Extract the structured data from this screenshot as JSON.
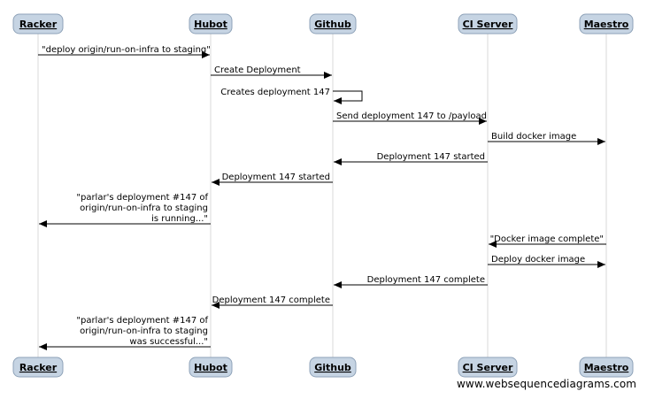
{
  "participants": [
    {
      "id": "racker",
      "label": "Racker"
    },
    {
      "id": "hubot",
      "label": "Hubot"
    },
    {
      "id": "github",
      "label": "Github"
    },
    {
      "id": "ci",
      "label": "CI Server"
    },
    {
      "id": "maestro",
      "label": "Maestro"
    }
  ],
  "messages": [
    {
      "from": "racker",
      "to": "hubot",
      "lines": [
        "\"deploy origin/run-on-infra to staging\""
      ]
    },
    {
      "from": "hubot",
      "to": "github",
      "lines": [
        "Create Deployment"
      ]
    },
    {
      "from": "github",
      "to": "github",
      "lines": [
        "Creates deployment 147"
      ]
    },
    {
      "from": "github",
      "to": "ci",
      "lines": [
        "Send deployment 147 to /payload"
      ]
    },
    {
      "from": "ci",
      "to": "maestro",
      "lines": [
        "Build docker image"
      ]
    },
    {
      "from": "ci",
      "to": "github",
      "lines": [
        "Deployment 147 started"
      ]
    },
    {
      "from": "github",
      "to": "hubot",
      "lines": [
        "Deployment 147 started"
      ]
    },
    {
      "from": "hubot",
      "to": "racker",
      "lines": [
        "\"parlar's deployment #147 of",
        "origin/run-on-infra to staging",
        "is running...\""
      ]
    },
    {
      "from": "maestro",
      "to": "ci",
      "lines": [
        "\"Docker image complete\""
      ]
    },
    {
      "from": "ci",
      "to": "maestro",
      "lines": [
        "Deploy docker image"
      ]
    },
    {
      "from": "ci",
      "to": "github",
      "lines": [
        "Deployment 147 complete"
      ]
    },
    {
      "from": "github",
      "to": "hubot",
      "lines": [
        "Deployment 147 complete"
      ]
    },
    {
      "from": "hubot",
      "to": "racker",
      "lines": [
        "\"parlar's deployment #147 of",
        "origin/run-on-infra to staging",
        "was successful...\""
      ]
    }
  ],
  "watermark": "www.websequencediagrams.com",
  "colors": {
    "actor_fill": "#c6d4e3",
    "actor_border": "#8ea2b8",
    "lifeline": "#d8d8d8",
    "arrow": "#000000"
  }
}
